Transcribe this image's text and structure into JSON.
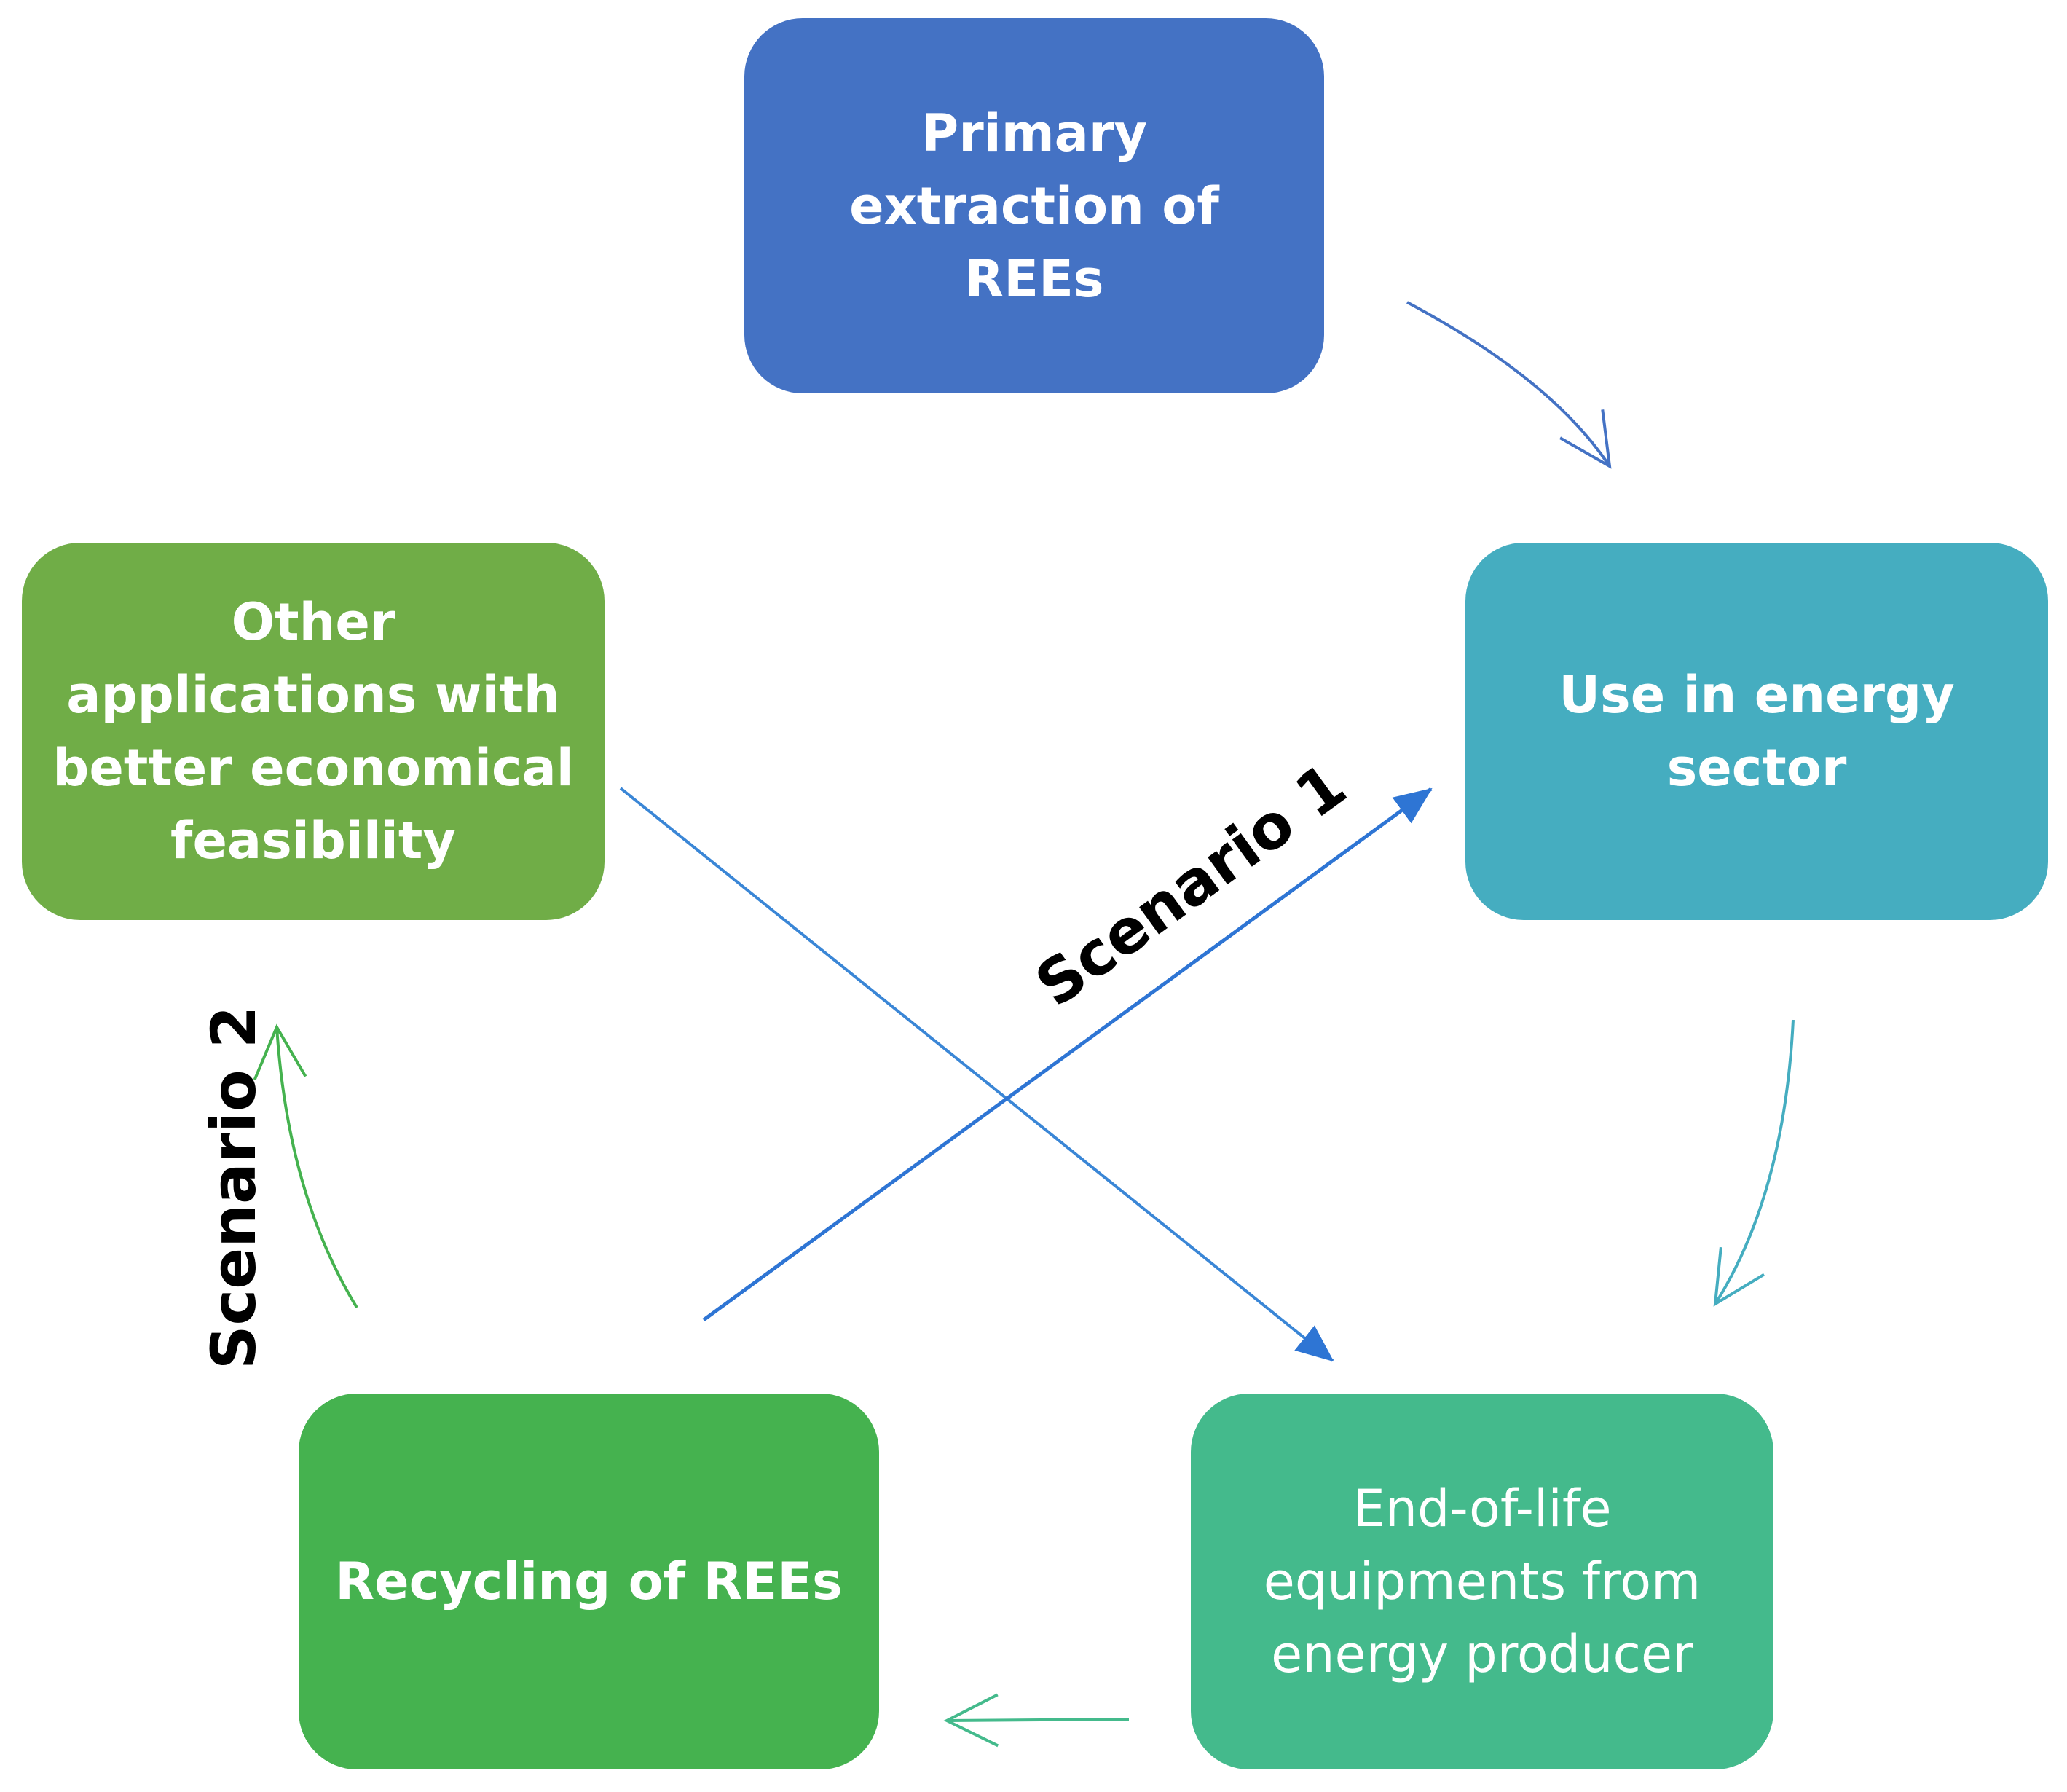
{
  "nodes": {
    "primary": "Primary extraction of REEs",
    "energy": "Use in energy sector",
    "eol": "End-of-life equipments from energy producer",
    "recycling": "Recycling of REEs",
    "other": "Other applications with better economical feasibility"
  },
  "scenarios": {
    "one": "Scenario 1",
    "two": "Scenario 2"
  },
  "colors": {
    "primary": "#4472C4",
    "energy": "#45ADC0",
    "eol": "#44BA8C",
    "recycling": "#45B24F",
    "other": "#70AD47",
    "arrow_blue": "#2E75D4",
    "arrow_teal": "#45ADC0",
    "arrow_green": "#45B24F"
  }
}
